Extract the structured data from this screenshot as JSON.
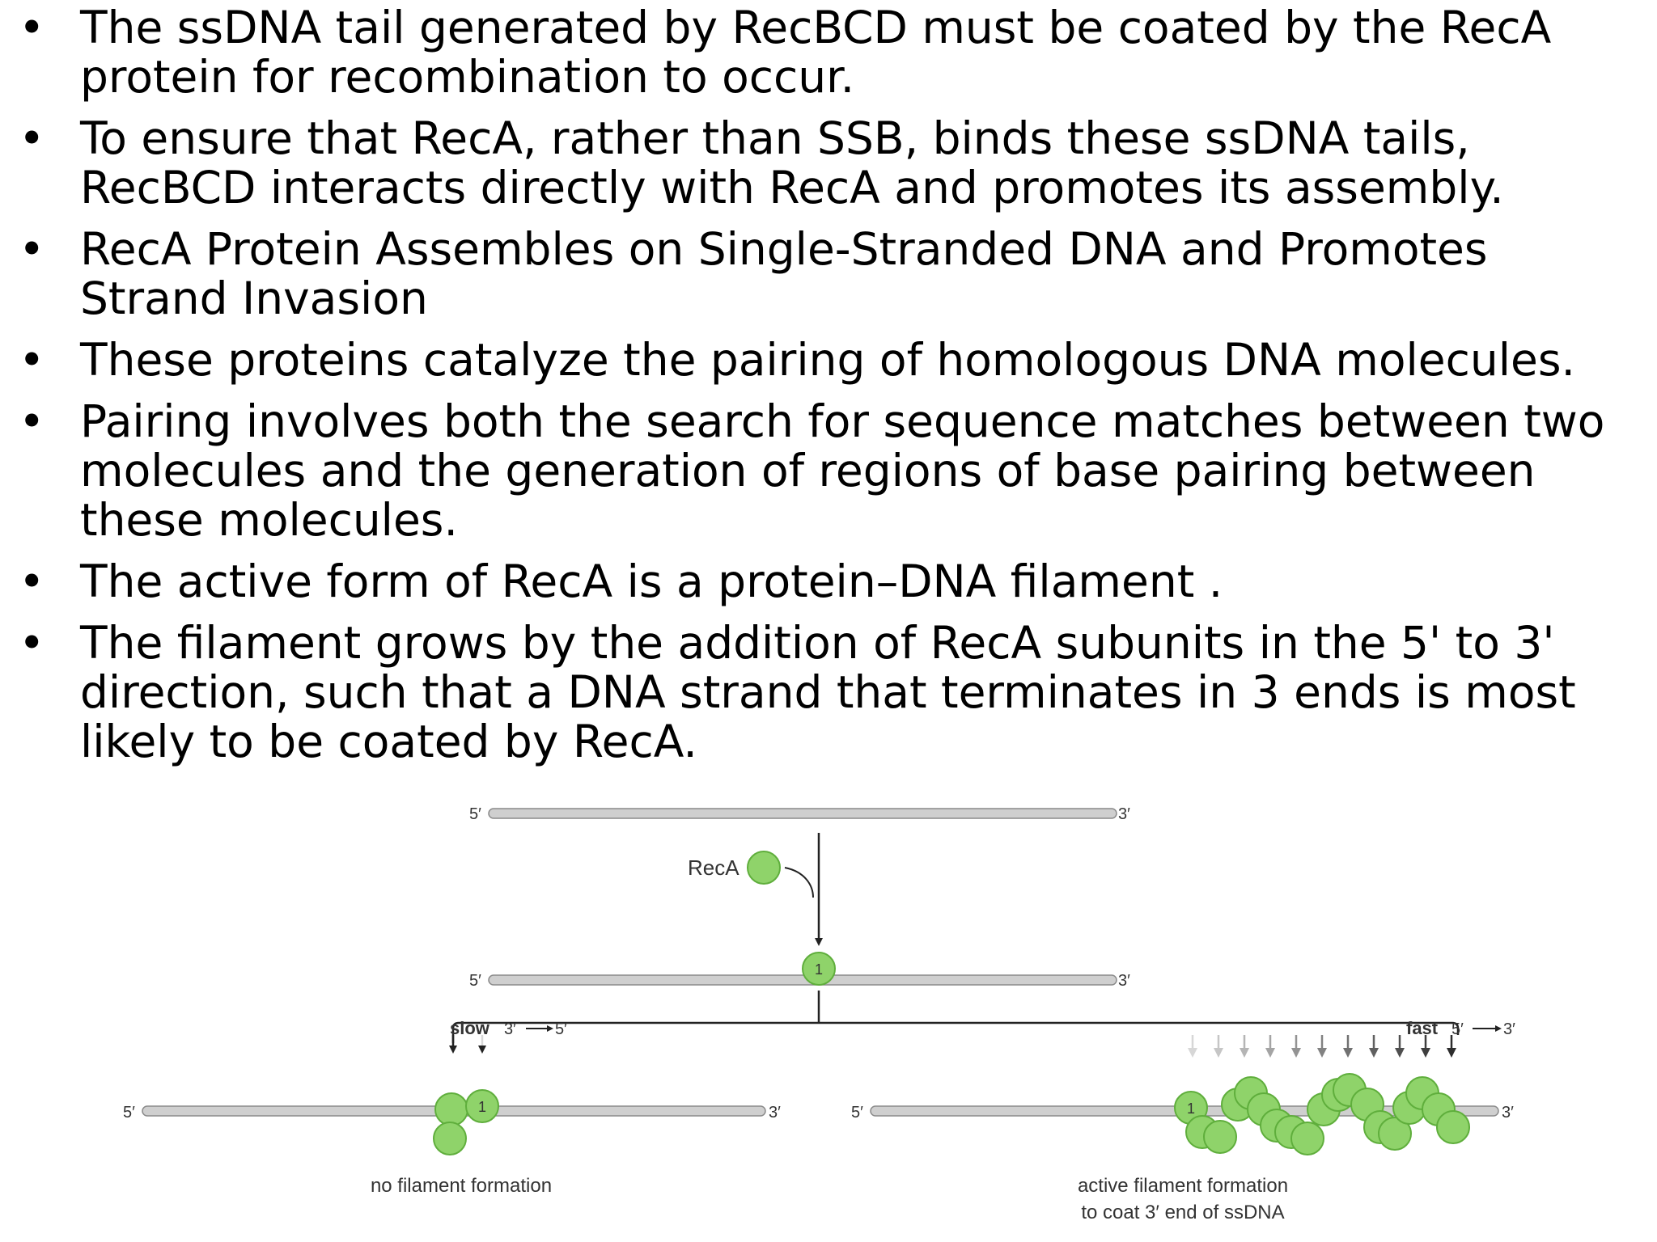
{
  "bullets": [
    "The ssDNA tail generated by RecBCD must be coated by the RecA protein for recombination to occur.",
    "To ensure that RecA, rather than SSB, binds these ssDNA tails, RecBCD interacts directly with RecA and promotes its assembly.",
    "RecA Protein Assembles on Single-Stranded DNA and Promotes Strand Invasion",
    "These proteins catalyze the pairing of homologous DNA molecules.",
    "Pairing involves both the search for sequence matches between two molecules and the generation of regions of base pairing between these molecules.",
    "The active form of RecA is a protein–DNA filament .",
    "The filament grows by the addition of RecA subunits in the 5' to 3' direction, such that a DNA strand that terminates in 3 ends is most likely to be coated by RecA."
  ],
  "bullet_symbol": "•",
  "figure": {
    "recA_label": "RecA",
    "subunit_number": "1",
    "end_5": "5′",
    "end_3": "3′",
    "slow_label": "slow",
    "slow_dir_from": "3′",
    "slow_dir_to": "5′",
    "fast_label": "fast",
    "fast_dir_from": "5′",
    "fast_dir_to": "3′",
    "no_filament_caption": "no filament formation",
    "active_caption_line1": "active filament formation",
    "active_caption_line2": "to coat 3′ end of ssDNA",
    "colors": {
      "recA_green": "#8fd36a",
      "recA_green_dark": "#5fae3c",
      "dna_gray": "#cfcfcf",
      "dna_outline": "#8a8a8a"
    }
  }
}
